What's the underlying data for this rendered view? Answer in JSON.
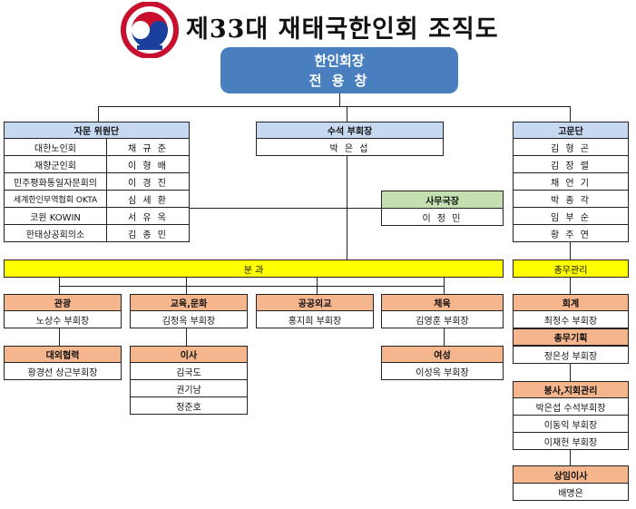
{
  "title": "제33대 재태국한인회 조직도",
  "president": {
    "role": "한인회장",
    "name": "전 용 창"
  },
  "advisory": {
    "header": "자문 위원단",
    "rows": [
      {
        "org": "대한노인회",
        "name": "채 규 준"
      },
      {
        "org": "재향군인회",
        "name": "이 형 배"
      },
      {
        "org": "민주평화통일자문회의",
        "name": "이 경 진"
      },
      {
        "org": "세계한인무역협회 OKTA",
        "name": "심 세 환"
      },
      {
        "org": "코윈 KOWIN",
        "name": "서 유 옥"
      },
      {
        "org": "한태상공회의소",
        "name": "김 종 민"
      }
    ]
  },
  "senior_vp": {
    "header": "수석 부회장",
    "name": "박 은 섭"
  },
  "secretary_general": {
    "header": "사무국장",
    "name": "이 정 민"
  },
  "counselors": {
    "header": "고문단",
    "names": [
      "김 형 곤",
      "김 장 렬",
      "채 언 기",
      "박 종 각",
      "임 부 순",
      "황 주 연"
    ]
  },
  "division_label": "분 과",
  "general_affairs_label": "총무관리",
  "divisions": {
    "tourism": {
      "header": "관광",
      "name": "노상수 부회장"
    },
    "external": {
      "header": "대외협력",
      "name": "황경선 상근부회장"
    },
    "education": {
      "header": "교육,문화",
      "name": "김정옥 부회장"
    },
    "directors": {
      "header": "이사",
      "names": [
        "김국도",
        "권기남",
        "정준호"
      ]
    },
    "diplomacy": {
      "header": "공공외교",
      "name": "홍지희 부회장"
    },
    "sports": {
      "header": "체육",
      "name": "김영훈 부회장"
    },
    "women": {
      "header": "여성",
      "name": "이성옥 부회장"
    }
  },
  "general_affairs": {
    "accounting": {
      "header": "회계",
      "name": "최정수 부회장"
    },
    "planning": {
      "header": "총무기획",
      "name": "정은성 부회장"
    },
    "service": {
      "header": "봉사,지회관리",
      "names": [
        "박은섭 수석부회장",
        "이동익 부회장",
        "이재헌 부회장"
      ]
    },
    "standing": {
      "header": "상임이사",
      "name": "배명은"
    }
  }
}
